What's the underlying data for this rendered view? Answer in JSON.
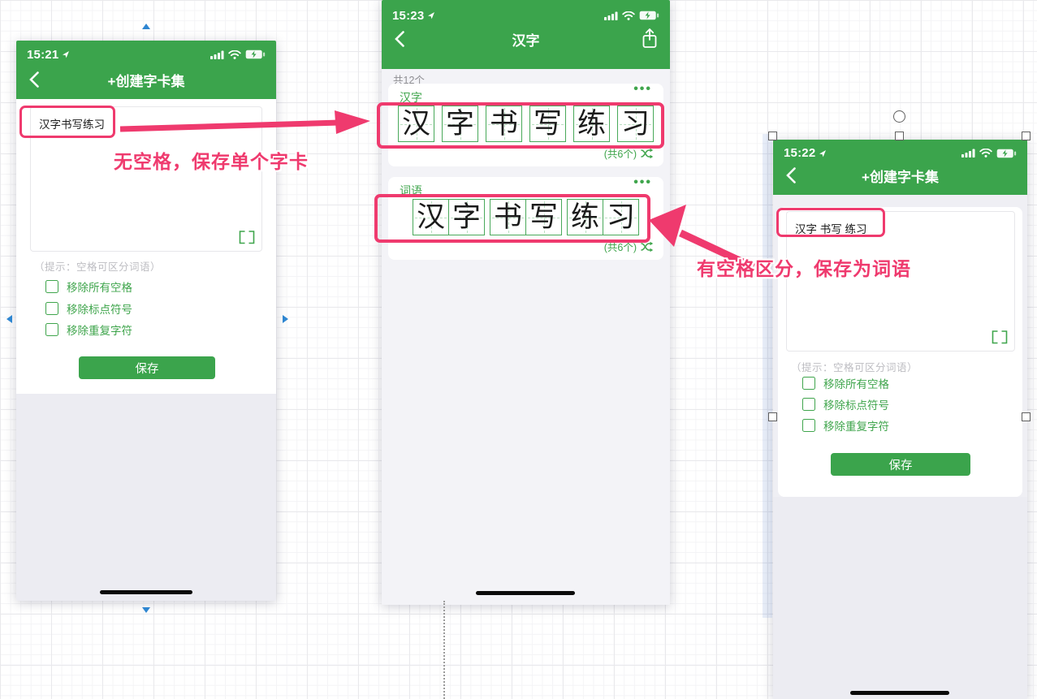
{
  "colors": {
    "green": "#3BA44C",
    "green-text": "#3FA54C",
    "grid-green": "#49A95A",
    "grid-dash": "#B9E0C1",
    "pink": "#EF3A6E",
    "phone-footer": "#ECECF2",
    "list-bg": "#F3F3F7",
    "hint-gray": "#BDBDC2",
    "count-gray": "#8E8E93",
    "blue-marker": "#2E86D1"
  },
  "icons": {
    "more_options_glyph": "•••",
    "back_chevron": "chevron-left",
    "share": "ios-share-box-arrow",
    "shuffle": "shuffle-arrows",
    "expand": "expand-brackets",
    "signal": "cell-signal-bars",
    "wifi": "wifi-waves",
    "battery": "battery-charging",
    "location": "location-arrow"
  },
  "phone_left": {
    "time": "15:21",
    "nav_title": "+创建字卡集",
    "input_value": "汉字书写练习"
  },
  "phone_middle": {
    "time": "15:23",
    "nav_title": "汉字",
    "total_count": "共12个",
    "sections": [
      {
        "label": "汉字",
        "count": "(共6个)",
        "chars": [
          "汉",
          "字",
          "书",
          "写",
          "练",
          "习"
        ]
      },
      {
        "label": "词语",
        "count": "(共6个)",
        "words": [
          [
            "汉",
            "字"
          ],
          [
            "书",
            "写"
          ],
          [
            "练",
            "习"
          ]
        ]
      }
    ]
  },
  "phone_right": {
    "time": "15:22",
    "nav_title": "+创建字卡集",
    "input_value": "汉字 书写 练习"
  },
  "create_form": {
    "hint": "（提示：空格可区分词语）",
    "options": [
      "移除所有空格",
      "移除标点符号",
      "移除重复字符"
    ],
    "save_label": "保存"
  },
  "annotations": {
    "no_space": "无空格，保存单个字卡",
    "with_space": "有空格区分，保存为词语"
  }
}
